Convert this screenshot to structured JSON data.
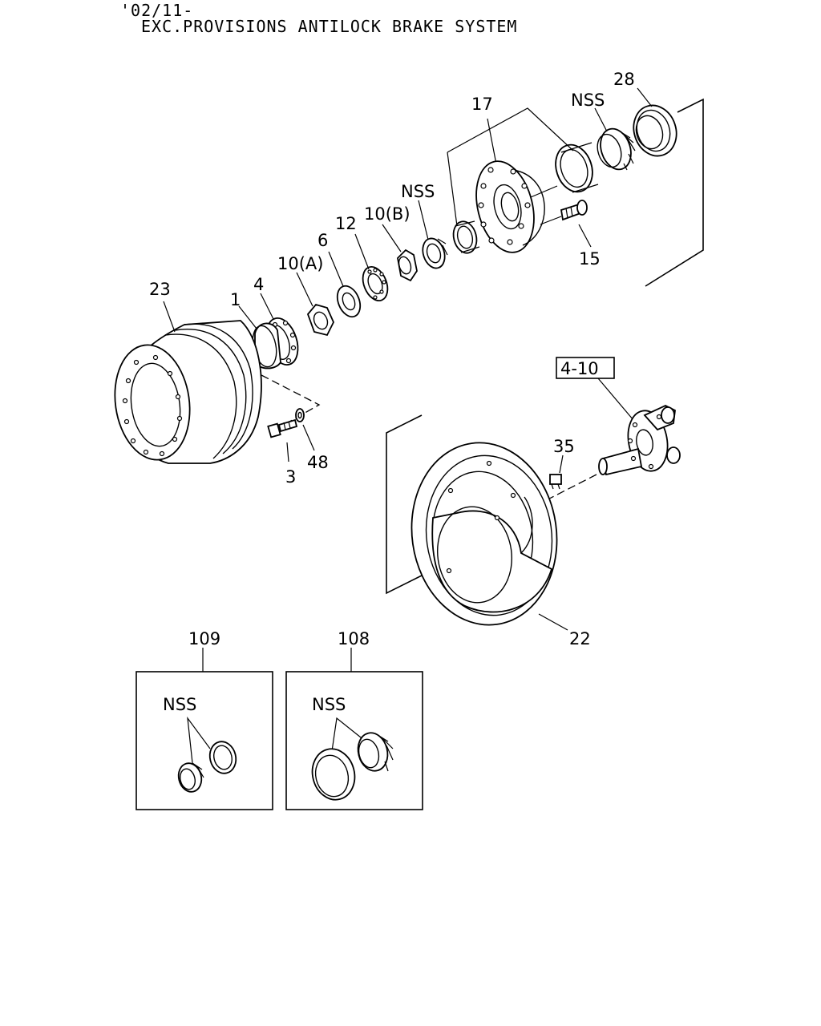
{
  "header": {
    "line1": "'02/11-",
    "line2": "EXC.PROVISIONS ANTILOCK BRAKE SYSTEM"
  },
  "callouts": {
    "c1": "1",
    "c3": "3",
    "c4": "4",
    "c6": "6",
    "c10a": "10(A)",
    "c10b": "10(B)",
    "c12": "12",
    "c15": "15",
    "c17": "17",
    "c22": "22",
    "c23": "23",
    "c28": "28",
    "c35": "35",
    "c48": "48",
    "nss_top_left": "NSS",
    "nss_top_right": "NSS",
    "ref": "4-10"
  },
  "kits": [
    {
      "number": "109",
      "note": "NSS"
    },
    {
      "number": "108",
      "note": "NSS"
    }
  ]
}
